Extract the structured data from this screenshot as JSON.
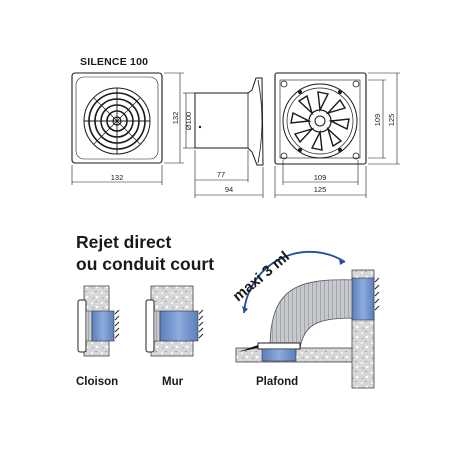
{
  "product": {
    "model": "SILENCE 100"
  },
  "front_view": {
    "width": "132",
    "height": "132"
  },
  "side_view": {
    "diameter": "Ø100",
    "spigot": "77",
    "depth": "94"
  },
  "back_view": {
    "inner_w": "109",
    "outer_w": "125",
    "inner_h": "109",
    "outer_h": "125"
  },
  "install": {
    "heading_line1": "Rejet direct",
    "heading_line2": "ou conduit court",
    "duct_label": "maxi 3 ml",
    "captions": {
      "partition": "Cloison",
      "wall": "Mur",
      "ceiling": "Plafond"
    }
  },
  "colors": {
    "line": "#1a1a1a",
    "duct_blue": "#6d8fc6",
    "duct_grey": "#b8bcc2",
    "wall_speckle": "#d6d7d9",
    "arrow_blue": "#1f4f9c"
  }
}
